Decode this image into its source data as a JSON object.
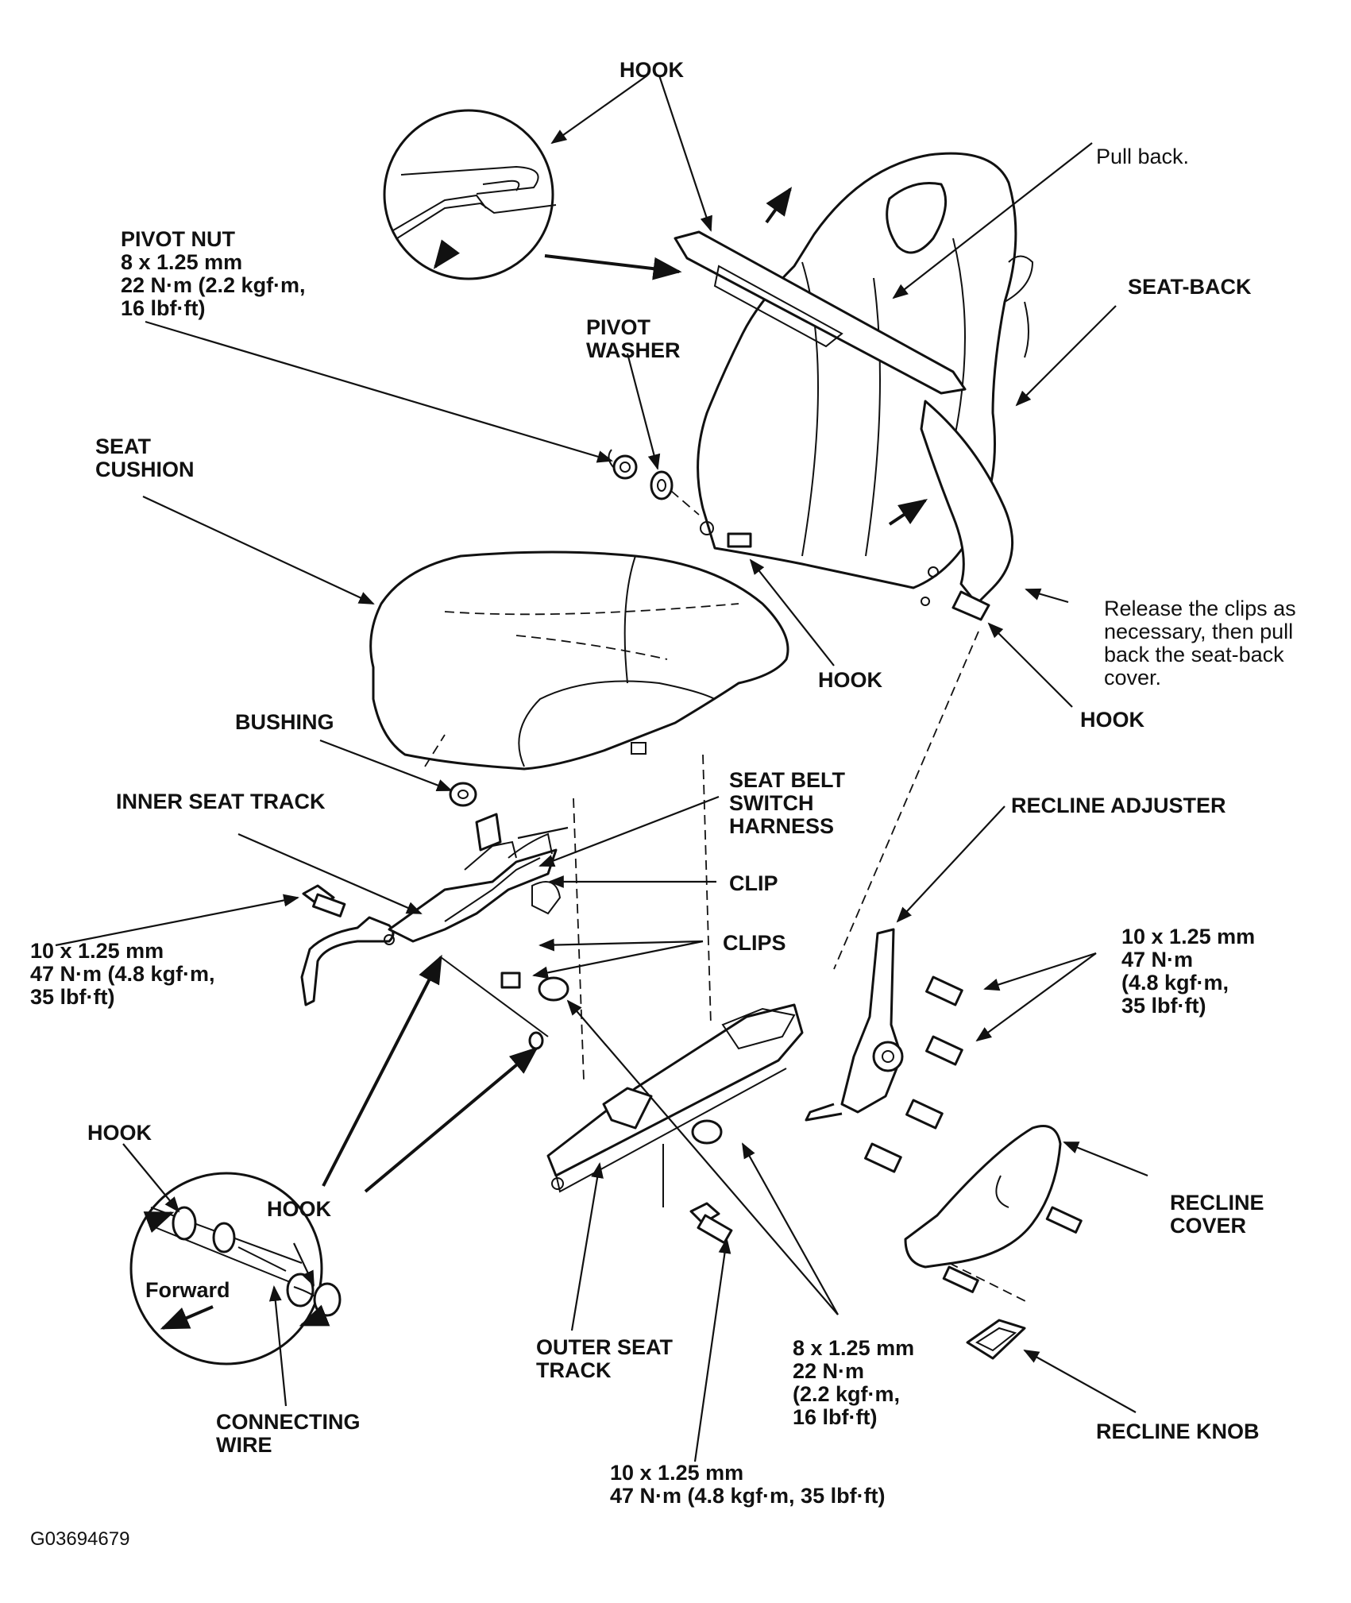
{
  "labels": {
    "hook_top": "HOOK",
    "pull_back": "Pull back.",
    "pivot_nut": [
      "PIVOT NUT",
      "8 x 1.25 mm",
      "22 N·m (2.2 kgf·m,",
      "16 lbf·ft)"
    ],
    "seat_back": "SEAT-BACK",
    "pivot_washer": [
      "PIVOT",
      "WASHER"
    ],
    "seat_cushion": [
      "SEAT",
      "CUSHION"
    ],
    "release_note": [
      "Release the clips as",
      "necessary, then pull",
      "back the seat-back",
      "cover."
    ],
    "hook_mid": "HOOK",
    "hook_right": "HOOK",
    "bushing": "BUSHING",
    "seat_belt_harness": [
      "SEAT BELT",
      "SWITCH",
      "HARNESS"
    ],
    "inner_seat_track": "INNER SEAT TRACK",
    "recline_adjuster": "RECLINE ADJUSTER",
    "clip": "CLIP",
    "clips": "CLIPS",
    "bolt_left": [
      "10 x 1.25 mm",
      "47 N·m (4.8 kgf·m,",
      "35 lbf·ft)"
    ],
    "bolt_right": [
      "10 x 1.25 mm",
      "47 N·m",
      "(4.8 kgf·m,",
      "35 lbf·ft)"
    ],
    "hook_detail_1": "HOOK",
    "hook_detail_2": "HOOK",
    "forward": "Forward",
    "recline_cover": [
      "RECLINE",
      "COVER"
    ],
    "outer_seat_track": [
      "OUTER SEAT",
      "TRACK"
    ],
    "bolt_8": [
      "8 x 1.25 mm",
      "22 N·m",
      "(2.2 kgf·m,",
      "16 lbf·ft)"
    ],
    "connecting_wire": [
      "CONNECTING",
      "WIRE"
    ],
    "recline_knob": "RECLINE KNOB",
    "bolt_bottom": [
      "10 x 1.25 mm",
      "47 N·m (4.8 kgf·m, 35 lbf·ft)"
    ],
    "figure_code": "G03694679"
  }
}
